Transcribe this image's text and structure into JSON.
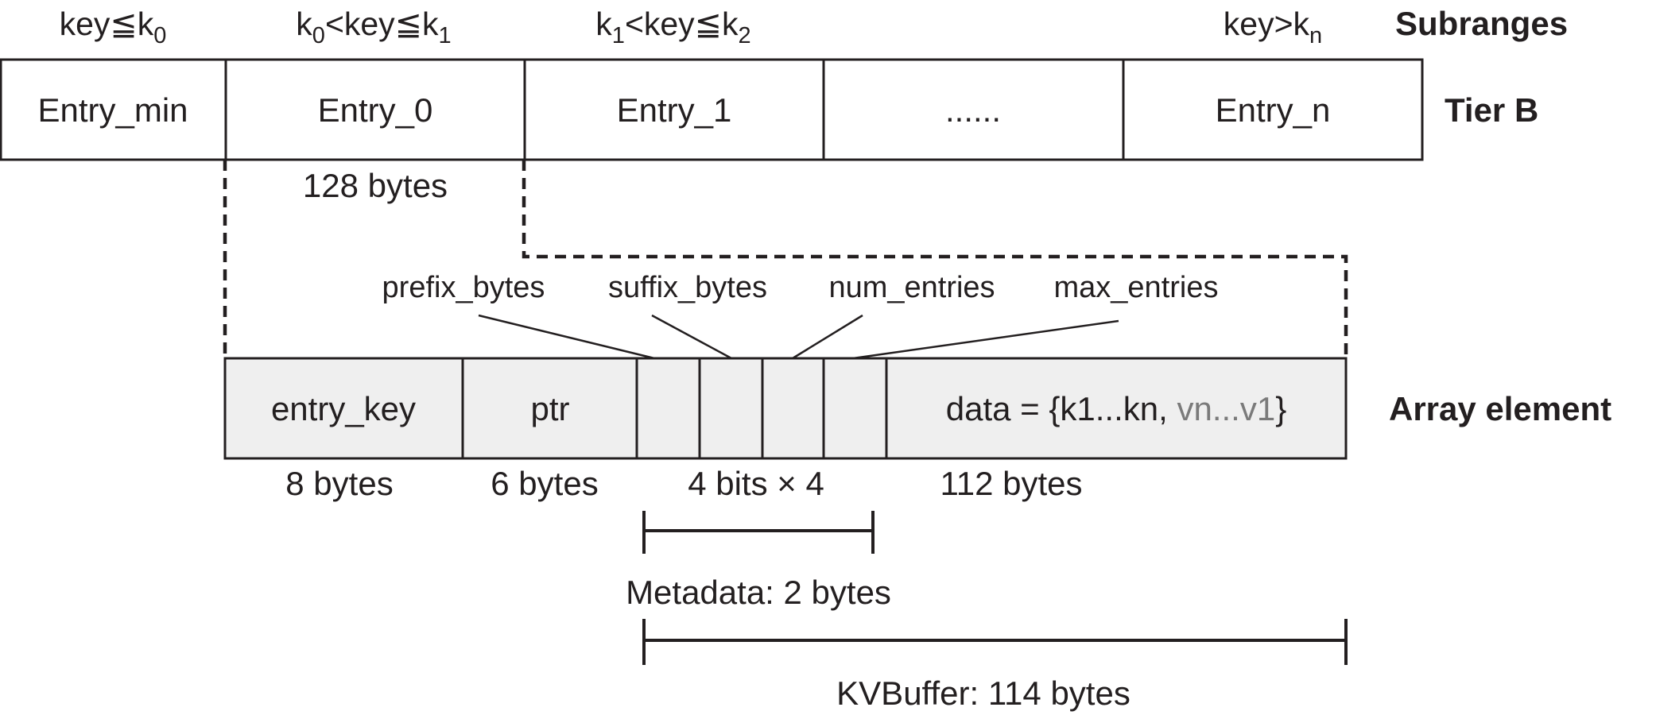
{
  "subranges": {
    "label": "Subranges",
    "items": [
      {
        "base": "key≦k",
        "sub": "0"
      },
      {
        "pre": "k",
        "pre_sub": "0",
        "mid": "<key≦k",
        "sub": "1"
      },
      {
        "pre": "k",
        "pre_sub": "1",
        "mid": "<key≦k",
        "sub": "2"
      },
      {
        "base": "key>k",
        "sub": "n"
      }
    ]
  },
  "tier_b": {
    "label": "Tier B",
    "entries": [
      "Entry_min",
      "Entry_0",
      "Entry_1",
      "......",
      "Entry_n"
    ],
    "entry_size": "128 bytes"
  },
  "array_element": {
    "label": "Array element",
    "fields": {
      "entry_key": "entry_key",
      "ptr": "ptr",
      "data_prefix": "data = {k1...kn, ",
      "data_values": "vn...v1",
      "data_suffix": "}"
    },
    "metadata_fields": [
      "prefix_bytes",
      "suffix_bytes",
      "num_entries",
      "max_entries"
    ],
    "sizes": {
      "entry_key": "8 bytes",
      "ptr": "6 bytes",
      "metadata": "4 bits × 4",
      "data": "112 bytes"
    }
  },
  "brackets": {
    "metadata": "Metadata: 2 bytes",
    "kvbuffer": "KVBuffer: 114 bytes"
  },
  "colors": {
    "ink": "#231f20",
    "cell_fill": "#efefef",
    "values_grey": "#7a7a7a"
  }
}
